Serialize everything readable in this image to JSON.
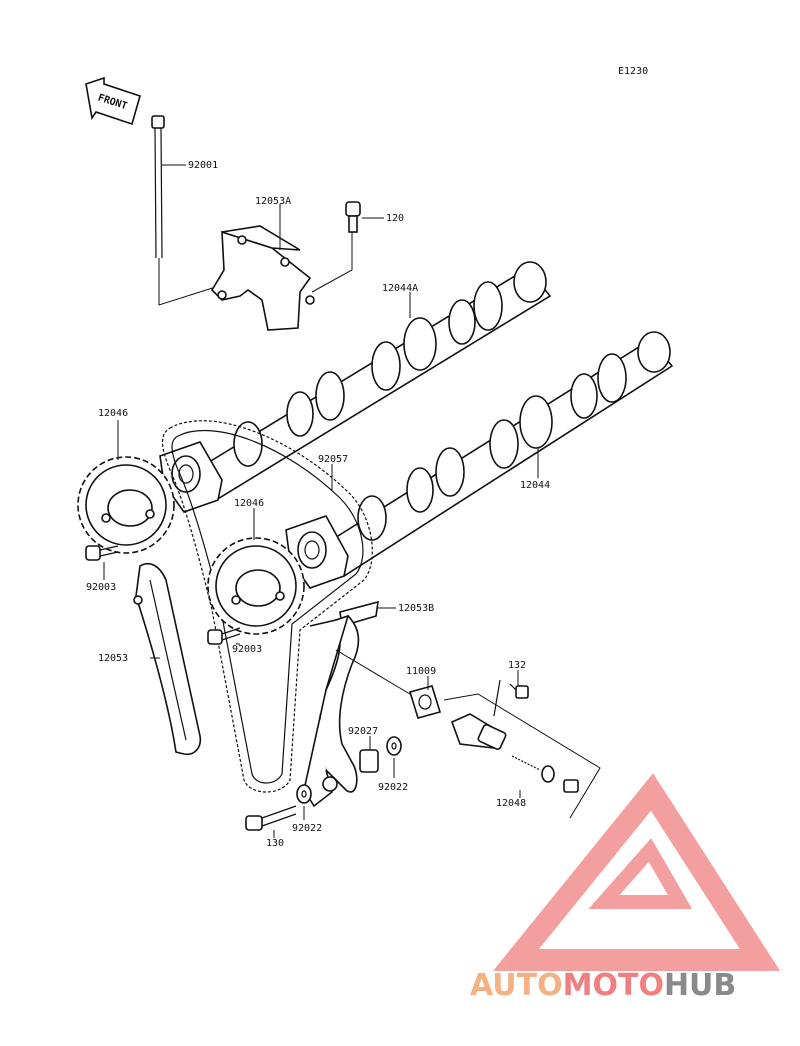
{
  "diagram_code": "E1230",
  "front_arrow_text": "FRONT",
  "labels": {
    "p92001": "92001",
    "p12053A": "12053A",
    "p120": "120",
    "p12044A": "12044A",
    "p12046_left": "12046",
    "p92057": "92057",
    "p12044": "12044",
    "p12046_mid": "12046",
    "p92003_left": "92003",
    "p12053B": "12053B",
    "p92003_mid": "92003",
    "p12053": "12053",
    "p11009": "11009",
    "p132": "132",
    "p92027": "92027",
    "p92022_right": "92022",
    "p12048": "12048",
    "p92022_bottom": "92022",
    "p130": "130"
  },
  "watermark": {
    "part1": "AUTO",
    "part2": "MOTO",
    "part3": "HUB",
    "color_light": "#f4b183",
    "color_red": "#f08080",
    "color_gray": "#8a8a8a"
  }
}
